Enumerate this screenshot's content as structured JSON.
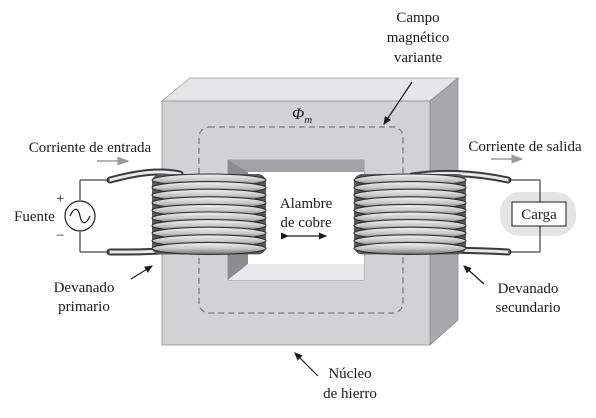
{
  "labels": {
    "campo_line1": "Campo",
    "campo_line2": "magnético",
    "campo_line3": "variante",
    "flux_symbol": "Φ",
    "flux_subscript": "m",
    "corriente_entrada": "Corriente de entrada",
    "corriente_salida": "Corriente de salida",
    "fuente": "Fuente",
    "plus_sign": "+",
    "minus_sign": "−",
    "alambre_line1": "Alambre",
    "alambre_line2": "de cobre",
    "carga": "Carga",
    "dev_primario_line1": "Devanado",
    "dev_primario_line2": "primario",
    "dev_secundario_line1": "Devanado",
    "dev_secundario_line2": "secundario",
    "nucleo_line1": "Núcleo",
    "nucleo_line2": "de hierro"
  },
  "colors": {
    "core_front": "#d2d2d4",
    "core_top": "#e6e6e8",
    "core_side": "#a9a9ad",
    "window_inner": "#8c8c90",
    "coil_dark": "#3a3a3c",
    "coil_light": "#d8d8d8",
    "arrow_gray": "#9a9a9a",
    "load_halo": "#e4e4e4"
  },
  "icons": {
    "source": "ac-sine-source-icon",
    "double_arrow": "double-arrow-icon"
  }
}
